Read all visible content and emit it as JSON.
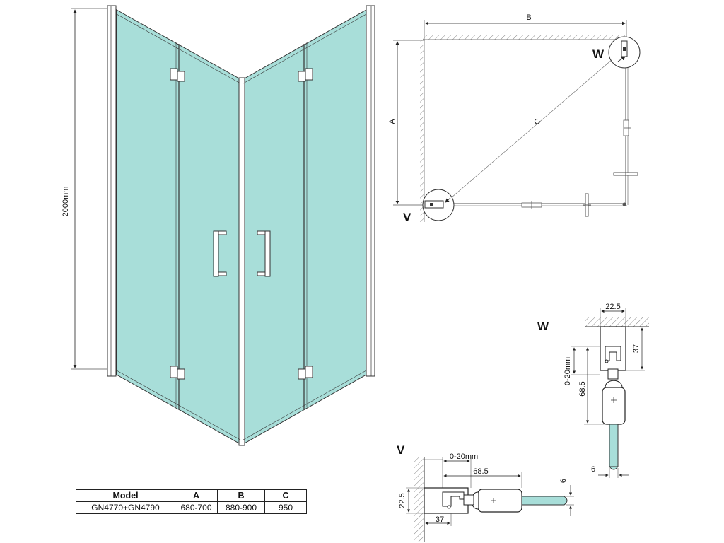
{
  "colors": {
    "glass": "#a8ded9",
    "line": "#222222",
    "hatch": "#888888"
  },
  "elevation": {
    "height_dim": "2000mm"
  },
  "plan": {
    "dim_b": "B",
    "dim_a": "A",
    "dim_c": "C",
    "callout_w": "W",
    "callout_v": "V"
  },
  "detail_w": {
    "title": "W",
    "dim_width": "22.5",
    "dim_37": "37",
    "dim_gap": "0-20mm",
    "dim_685": "68.5",
    "dim_6": "6"
  },
  "detail_v": {
    "title": "V",
    "dim_gap": "0-20mm",
    "dim_685": "68.5",
    "dim_225": "22.5",
    "dim_37": "37",
    "dim_6": "6"
  },
  "table": {
    "headers": [
      "Model",
      "A",
      "B",
      "C"
    ],
    "rows": [
      [
        "GN4770+GN4790",
        "680-700",
        "880-900",
        "950"
      ]
    ]
  }
}
